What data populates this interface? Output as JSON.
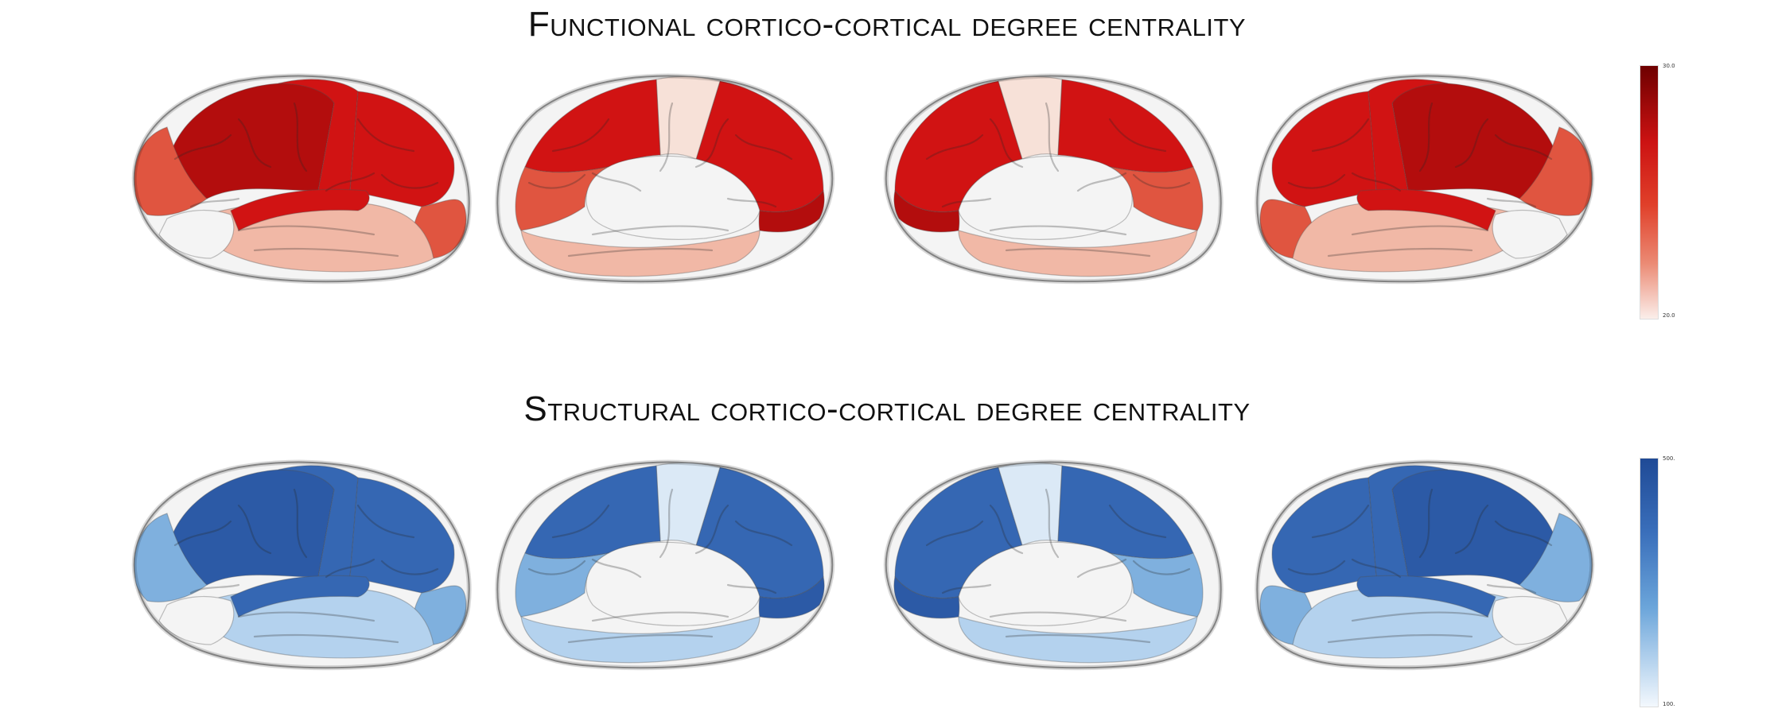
{
  "figure": {
    "functional": {
      "title": "Functional cortico-cortical degree centrality",
      "colorbar": {
        "max_label": "30.0",
        "min_label": "20.0",
        "max_color": "#6e0000",
        "min_color": "#fbeeea"
      },
      "palette": {
        "dark": "#b30d0d",
        "red": "#d11313",
        "mid": "#e05540",
        "light": "#f1b8a6",
        "pale": "#f7e1d8",
        "white": "#f4f4f4"
      }
    },
    "structural": {
      "title": "Structural cortico-cortical degree centrality",
      "colorbar": {
        "max_label": "500.",
        "min_label": "100.",
        "max_color": "#1f4a96",
        "min_color": "#f3f8fd"
      },
      "palette": {
        "dark": "#2c5aa6",
        "red": "#3567b3",
        "mid": "#7fb0de",
        "light": "#b4d2ee",
        "pale": "#dbe9f6",
        "white": "#f4f4f4"
      }
    },
    "views": [
      "lateral-left",
      "medial-left",
      "medial-right",
      "lateral-right"
    ]
  }
}
